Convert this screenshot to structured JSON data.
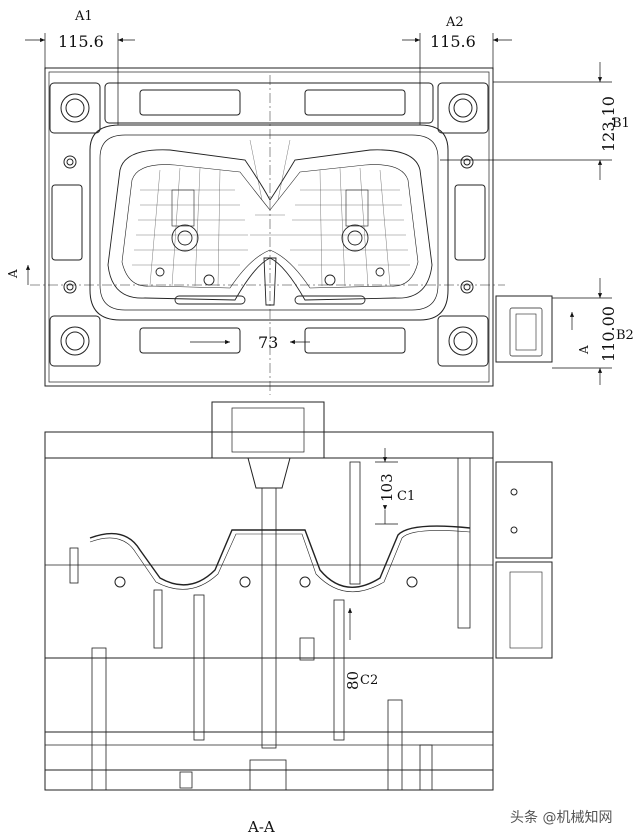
{
  "labels": {
    "a1": "A1",
    "a2": "A2",
    "b1": "B1",
    "b2": "B2",
    "c1": "C1",
    "c2": "C2",
    "section_a": "A",
    "section_title": "A-A"
  },
  "dimensions": {
    "a1": "115.6",
    "a2": "115.6",
    "b1": "123.10",
    "b2": "110.00",
    "center": "73",
    "c1": "103",
    "c2": "80"
  },
  "watermark": "头条 @机械知网"
}
